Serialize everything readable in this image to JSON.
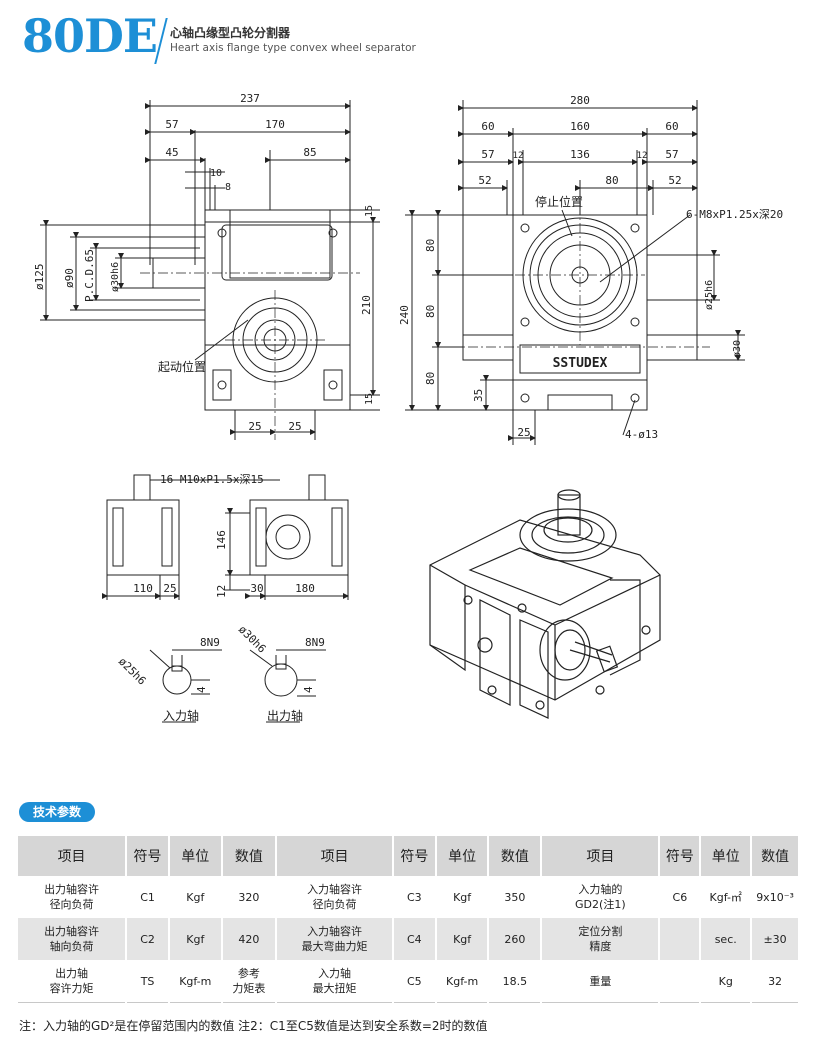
{
  "header": {
    "model": "80DE",
    "title_cn": "心轴凸缘型凸轮分割器",
    "title_en": "Heart axis flange type convex wheel separator"
  },
  "drawing": {
    "front_view": {
      "dims": [
        "237",
        "57",
        "170",
        "45",
        "85",
        "10",
        "8",
        "15",
        "210",
        "15",
        "25",
        "25"
      ],
      "diameters": [
        "ø125",
        "ø90",
        "P.C.D.65",
        "ø30h6"
      ],
      "label_start_position": "起动位置"
    },
    "side_view": {
      "dims": [
        "280",
        "60",
        "160",
        "60",
        "57",
        "12",
        "136",
        "12",
        "57",
        "52",
        "80",
        "52",
        "240",
        "80",
        "80",
        "80",
        "35",
        "25",
        "ø25h6",
        "ø30"
      ],
      "label_stop_position": "停止位置",
      "thread_note": "6-M8xP1.25x深20",
      "hole_note": "4-ø13",
      "brand": "SSTUDEX"
    },
    "small_views": {
      "thread_note": "16-M10xP1.5x深15",
      "dims": [
        "146",
        "12",
        "110",
        "25",
        "30",
        "180"
      ]
    },
    "keyways": [
      {
        "dia": "ø25h6",
        "key": "8N9",
        "depth": "4",
        "label": "入力轴"
      },
      {
        "dia": "ø30h6",
        "key": "8N9",
        "depth": "4",
        "label": "出力轴"
      }
    ]
  },
  "specs": {
    "section_title": "技术参数",
    "headers": [
      "项目",
      "符号",
      "单位",
      "数值",
      "项目",
      "符号",
      "单位",
      "数值",
      "项目",
      "符号",
      "单位",
      "数值"
    ],
    "rows": [
      [
        "出力轴容许\n径向负荷",
        "C1",
        "Kgf",
        "320",
        "入力轴容许\n径向负荷",
        "C3",
        "Kgf",
        "350",
        "入力轴的\nGD2(注1)",
        "C6",
        "Kgf-㎡",
        "9x10⁻³"
      ],
      [
        "出力轴容许\n轴向负荷",
        "C2",
        "Kgf",
        "420",
        "入力轴容许\n最大弯曲力矩",
        "C4",
        "Kgf",
        "260",
        "定位分割\n精度",
        "",
        "sec.",
        "±30"
      ],
      [
        "出力轴\n容许力矩",
        "TS",
        "Kgf-m",
        "参考\n力矩表",
        "入力轴\n最大扭矩",
        "C5",
        "Kgf-m",
        "18.5",
        "重量",
        "",
        "Kg",
        "32"
      ]
    ],
    "note": "注：入力轴的GD²是在停留范围内的数值   注2：C1至C5数值是达到安全系数=2时的数值"
  },
  "colors": {
    "accent": "#1d8fd6",
    "header_bg": "#d6d6d6",
    "row_alt": "#e4e4e4"
  }
}
